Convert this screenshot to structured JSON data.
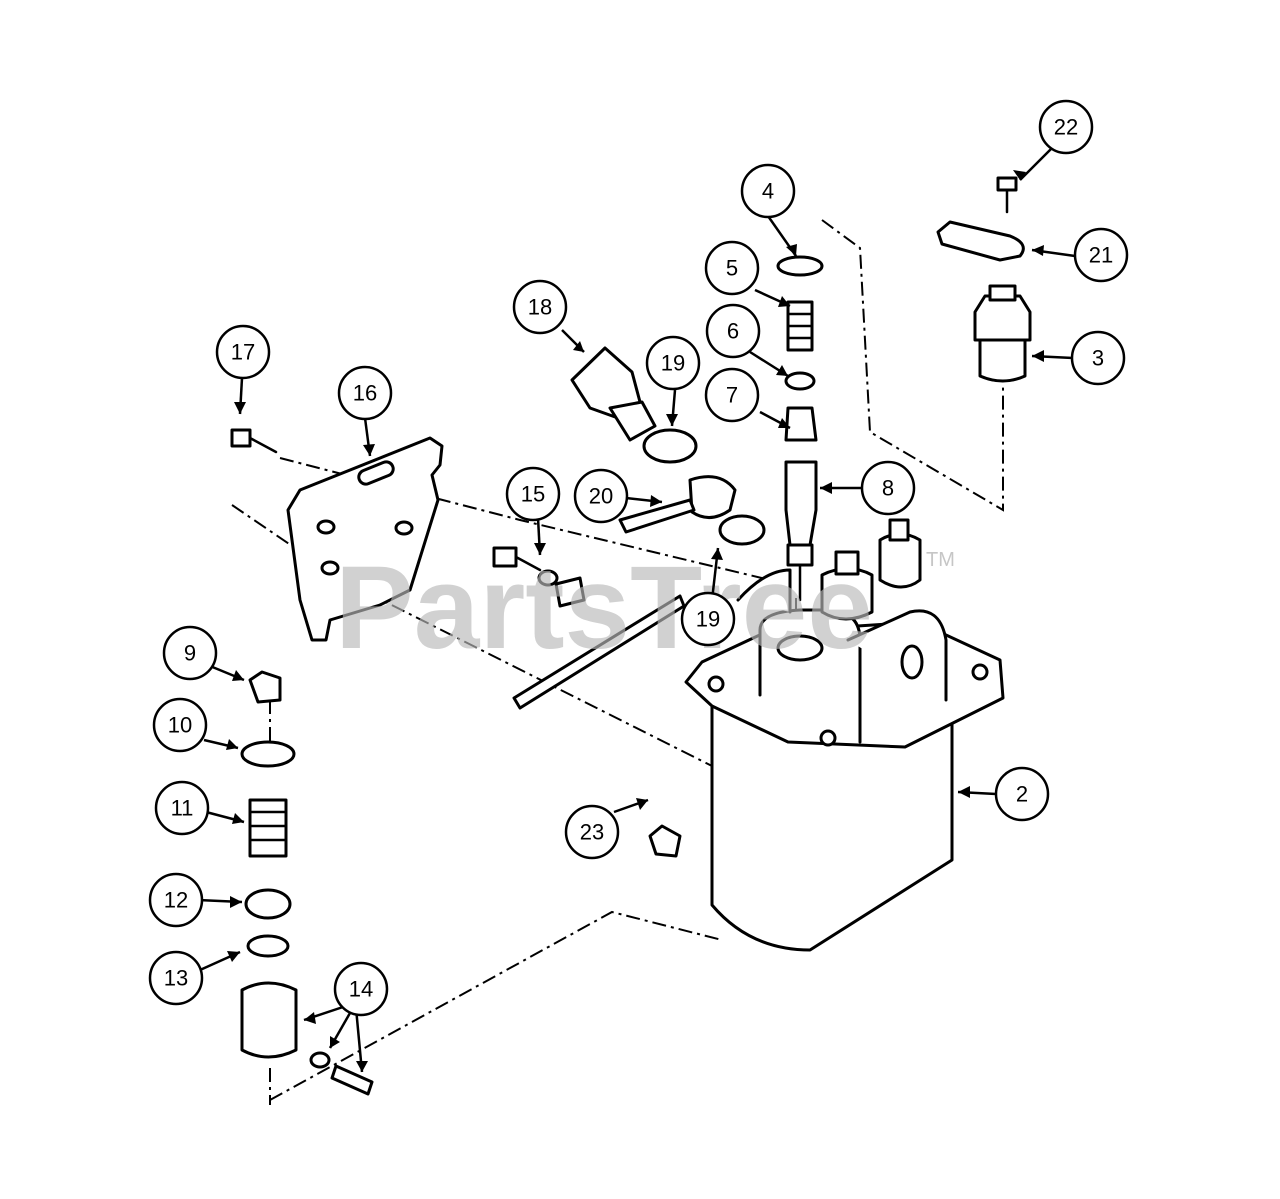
{
  "watermark": {
    "brand": "PartsTree",
    "trademark": "TM"
  },
  "callouts": [
    {
      "number": "2"
    },
    {
      "number": "3"
    },
    {
      "number": "4"
    },
    {
      "number": "5"
    },
    {
      "number": "6"
    },
    {
      "number": "7"
    },
    {
      "number": "8"
    },
    {
      "number": "9"
    },
    {
      "number": "10"
    },
    {
      "number": "11"
    },
    {
      "number": "12"
    },
    {
      "number": "13"
    },
    {
      "number": "14"
    },
    {
      "number": "15"
    },
    {
      "number": "16"
    },
    {
      "number": "17"
    },
    {
      "number": "18"
    },
    {
      "number": "19"
    },
    {
      "number": "19"
    },
    {
      "number": "20"
    },
    {
      "number": "21"
    },
    {
      "number": "22"
    },
    {
      "number": "23"
    }
  ],
  "colors": {
    "line": "#000000",
    "background": "#ffffff",
    "watermark": "#b9b9b9"
  }
}
